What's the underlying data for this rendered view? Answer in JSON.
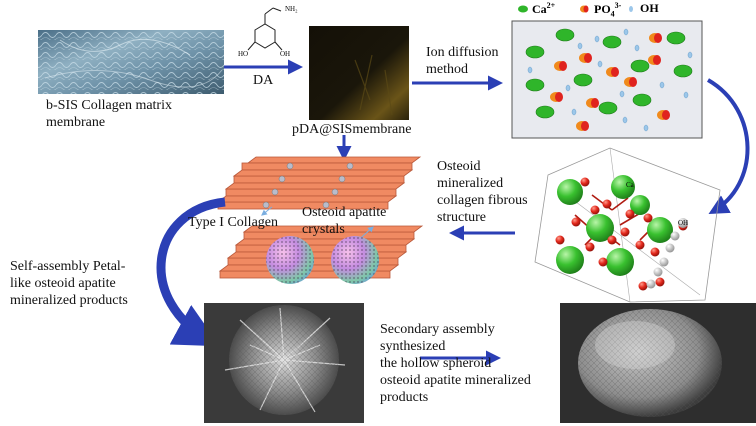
{
  "labels": {
    "sis_membrane": "b-SIS Collagen matrix\nmembrane",
    "da": "DA",
    "pda_membrane": "pDA@SISmembrane",
    "ion_diffusion": "Ion diffusion\nmethod",
    "osteoid_structure": "Osteoid\nmineralized\ncollagen fibrous\nstructure",
    "type1_collagen": "Type I Collagen",
    "osteoid_crystals": "Osteoid apatite\ncrystals",
    "self_assembly": "Self-assembly Petal-\nlike osteoid apatite\nmineralized products",
    "secondary_assembly": "Secondary assembly\nsynthesized\nthe hollow spheroid\nosteoid apatite mineralized\nproducts"
  },
  "legend": {
    "ca": "Ca",
    "ca_sup": "2+",
    "po4": "PO",
    "po4_sub": "4",
    "po4_sup": "3-",
    "oh": "OH"
  },
  "molecule": {
    "nh2": "NH₂",
    "ho1": "HO",
    "oh2": "OH"
  },
  "crystal": {
    "ca_label": "Ca",
    "oh_label": "OH"
  },
  "colors": {
    "arrow_blue": "#2b3fb5",
    "calcium_green": "#2fb52a",
    "phosphate_orange": "#f08a1c",
    "phosphate_red": "#e0231e",
    "hydroxide_blue": "#9cc7ea",
    "collagen_salmon": "#f08a62",
    "panel_grey": "#e8eaef"
  }
}
